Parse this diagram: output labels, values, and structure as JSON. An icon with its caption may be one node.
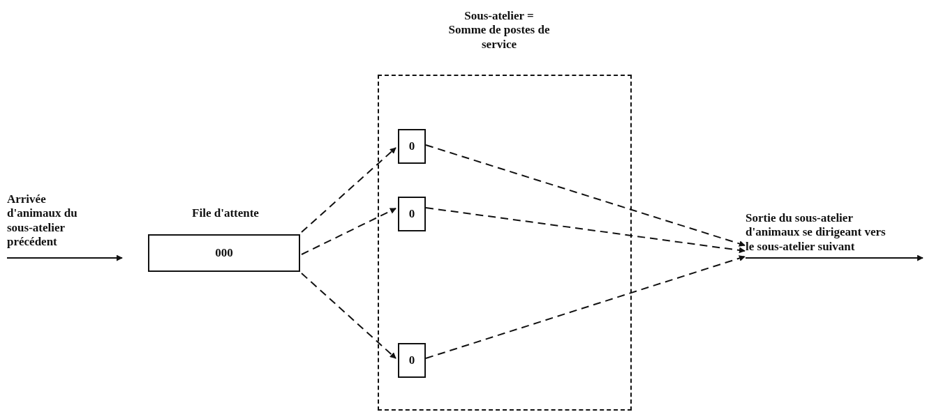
{
  "diagram": {
    "nodes": [
      {
        "text": [
          "File d'attente",
          "000"
        ]
      },
      {
        "text": [
          "Sous-atelier = Somme de postes de service"
        ]
      },
      {
        "text": [
          "0"
        ],
        "in": 1
      },
      {
        "text": [
          "0"
        ],
        "in": 1
      },
      {
        "text": [
          "0"
        ],
        "in": 1
      },
      {
        "text": [
          "Sortie du sous-atelier d'animaux se dirigeant vers le sous-atelier suivant"
        ]
      }
    ],
    "edges": [
      {
        "from": null,
        "to": 0,
        "arrow": "to",
        "label": "Arrivée d'animaux du sous-atelier précédent"
      },
      {
        "from": 0,
        "to": 2,
        "arrow": "to",
        "style": "dashed"
      },
      {
        "from": 0,
        "to": 3,
        "arrow": "to",
        "style": "dashed"
      },
      {
        "from": 0,
        "to": 4,
        "arrow": "to",
        "style": "dashed"
      },
      {
        "from": 2,
        "to": 5,
        "arrow": "to",
        "style": "dashed"
      },
      {
        "from": 3,
        "to": 5,
        "arrow": "to",
        "style": "dashed"
      },
      {
        "from": 4,
        "to": 5,
        "arrow": "to",
        "style": "dashed"
      },
      {
        "from": 5,
        "to": null,
        "arrow": "to"
      }
    ]
  }
}
